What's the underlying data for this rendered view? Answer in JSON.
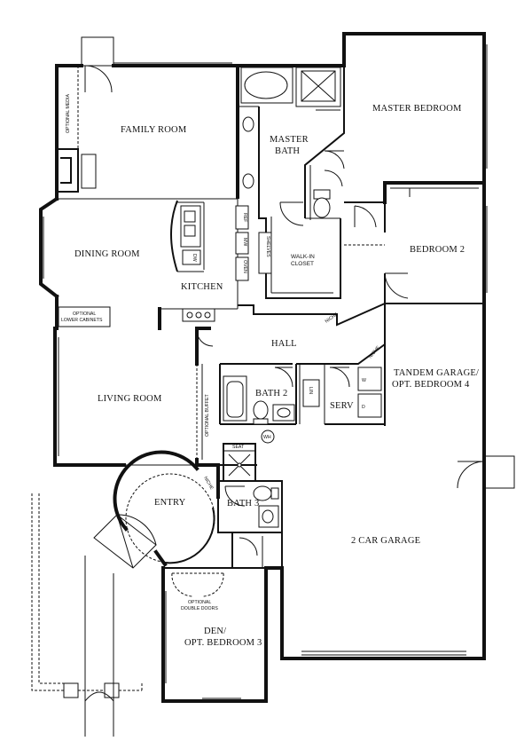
{
  "rooms": {
    "family_room": "FAMILY ROOM",
    "master_bath_1": "MASTER",
    "master_bath_2": "BATH",
    "master_bedroom": "MASTER BEDROOM",
    "dining_room": "DINING ROOM",
    "kitchen": "KITCHEN",
    "walk_in_closet_1": "WALK-IN",
    "walk_in_closet_2": "CLOSET",
    "bedroom_2": "BEDROOM 2",
    "hall": "HALL",
    "living_room": "LIVING ROOM",
    "bath_2": "BATH 2",
    "serv": "SERV",
    "tandem_garage_1": "TANDEM GARAGE/",
    "tandem_garage_2": "OPT. BEDROOM 4",
    "entry": "ENTRY",
    "bath_3": "BATH 3",
    "two_car_garage": "2 CAR GARAGE",
    "den_1": "DEN/",
    "den_2": "OPT. BEDROOM 3"
  },
  "notes": {
    "optional_media": "OPTIONAL MEDIA",
    "optional_lower_cabinets_1": "OPTIONAL",
    "optional_lower_cabinets_2": "LOWER CABINETS",
    "optional_buffet": "OPTIONAL BUFFET",
    "optional_double_doors_1": "OPTIONAL",
    "optional_double_doors_2": "DOUBLE DOORS",
    "niche_1": "NICHE",
    "niche_2": "NICHE",
    "niche_3": "NICHE",
    "ref": "REF",
    "mw": "MW",
    "oven": "OVEN",
    "shelves": "SHELVES",
    "dw": "DW",
    "seat": "SEAT",
    "wh": "WH",
    "lin": "LIN",
    "washer": "W",
    "dryer": "D"
  }
}
